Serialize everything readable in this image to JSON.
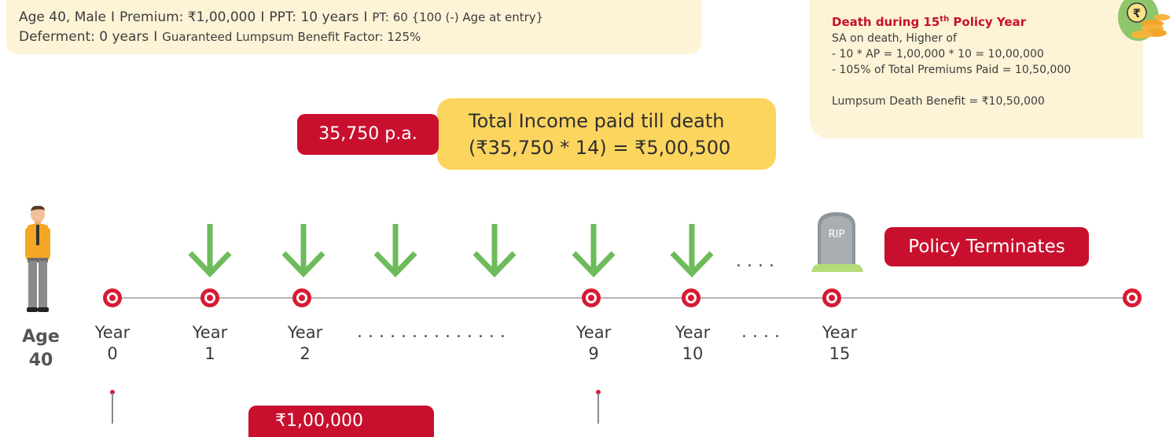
{
  "info": {
    "line1": [
      {
        "text": "Age 40, Male",
        "small": false
      },
      {
        "text": "Premium: ₹1,00,000",
        "small": false
      },
      {
        "text": "PPT: 10 years",
        "small": false
      },
      {
        "text": "PT: 60 {100 (-) Age at entry}",
        "small": true
      }
    ],
    "line2": [
      {
        "text": "Deferment: 0 years",
        "small": false
      },
      {
        "text": "Guaranteed Lumpsum Benefit Factor: 125%",
        "small": true
      }
    ],
    "separator": "I"
  },
  "death": {
    "title_pre": "Death during 15",
    "title_sup": "th",
    "title_post": " Policy Year",
    "lines": [
      "SA on death, Higher of",
      "- 10 * AP = 1,00,000 * 10 = 10,00,000",
      "- 105% of Total Premiums Paid = 10,50,000",
      "",
      "Lumpsum Death Benefit = ₹10,50,000"
    ],
    "coin_symbol": "₹"
  },
  "income": {
    "rate": "35,750 p.a.",
    "total_line1": "Total Income paid till death",
    "total_line2": "(₹35,750 * 14) = ₹5,00,500"
  },
  "timeline": {
    "age_line1": "Age",
    "age_line2": "40",
    "tombstone_text": "RIP",
    "policy_terminates": "Policy Terminates",
    "years": [
      {
        "word": "Year",
        "num": "0"
      },
      {
        "word": "Year",
        "num": "1"
      },
      {
        "word": "Year",
        "num": "2"
      },
      {
        "word": "Year",
        "num": "9"
      },
      {
        "word": "Year",
        "num": "10"
      },
      {
        "word": "Year",
        "num": "15"
      }
    ],
    "dots_long": "..............",
    "dots_short": "....",
    "dots_upper": "...."
  },
  "bottom": {
    "premium_text": "₹1,00,000"
  },
  "colors": {
    "accent_red": "#c8102e",
    "arrow_green": "#6dbb5a",
    "cream": "#fdf3d7",
    "yellow": "#fcd55f"
  }
}
